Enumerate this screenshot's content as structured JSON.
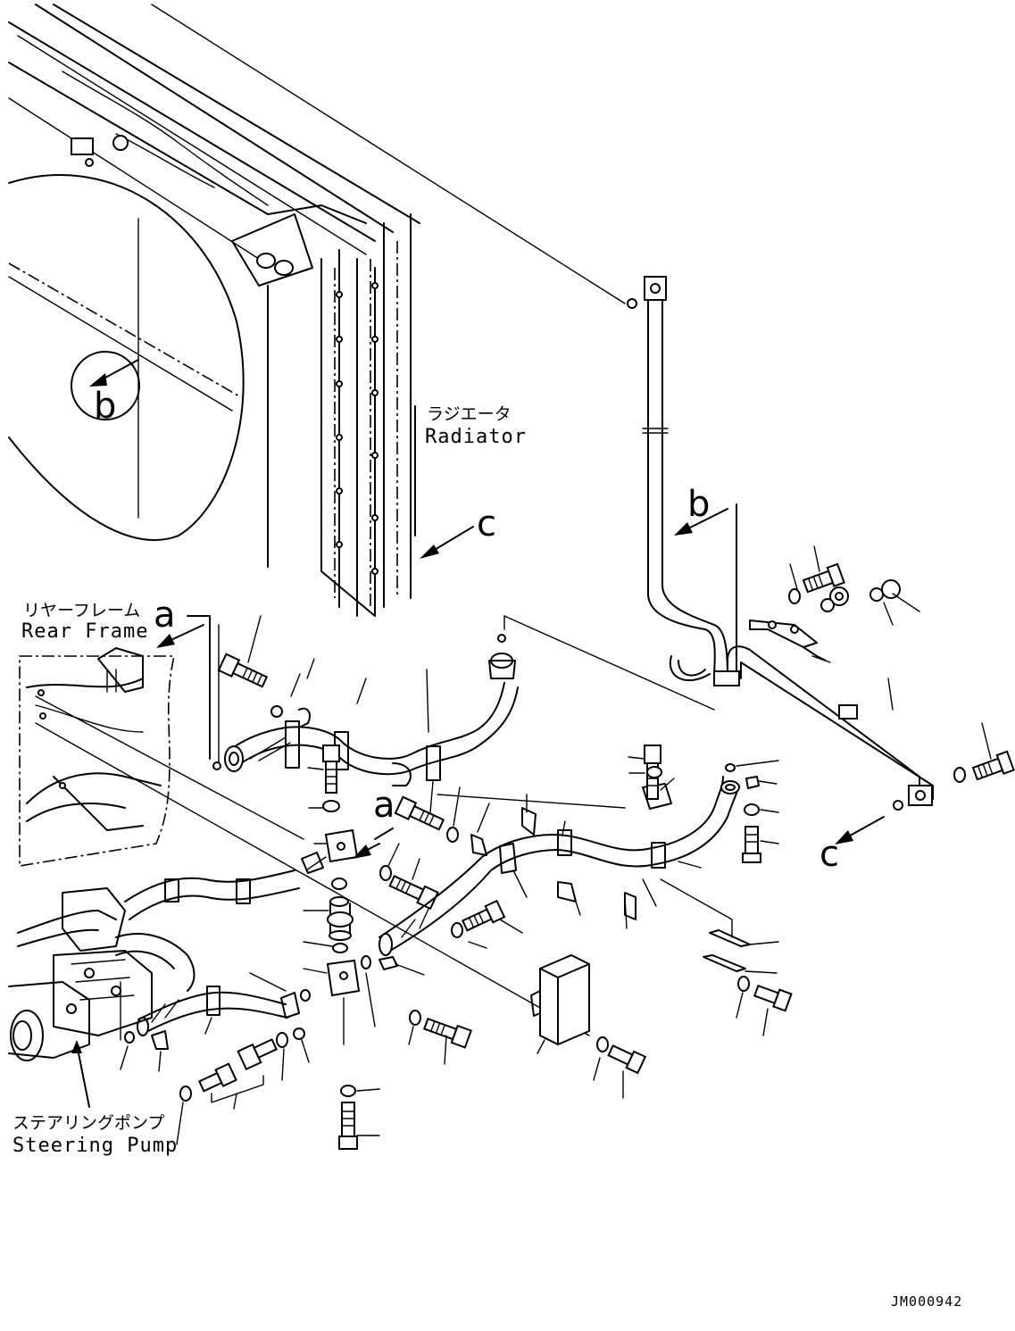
{
  "labels": {
    "radiator_jp": "ラジエータ",
    "radiator_en": "Radiator",
    "rear_frame_jp": "リヤーフレーム",
    "rear_frame_en": "Rear Frame",
    "steering_pump_jp": "ステアリングポンプ",
    "steering_pump_en": "Steering Pump"
  },
  "view_markers": {
    "a_top": "a",
    "a_mid": "a",
    "b_circle": "b",
    "b_right": "b",
    "c_top": "c",
    "c_right": "c"
  },
  "drawing_code": "JM000942",
  "colors": {
    "ink": "#000000",
    "paper": "#ffffff"
  }
}
